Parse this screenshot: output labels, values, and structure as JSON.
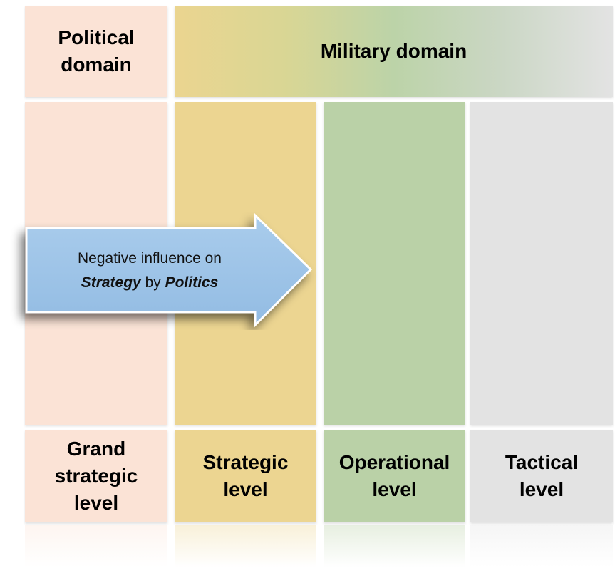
{
  "headers": {
    "political": "Political domain",
    "military": "Military domain"
  },
  "levels": {
    "grand_strategic": "Grand strategic level",
    "strategic": "Strategic level",
    "operational": "Operational level",
    "tactical": "Tactical level"
  },
  "arrow": {
    "line1": "Negative influence on",
    "word1": "Strategy",
    "joiner": "by",
    "word2": "Politics"
  },
  "colors": {
    "political": "#fbe3d6",
    "strategic": "#ecd591",
    "operational": "#bad1a7",
    "tactical": "#e3e3e3",
    "arrow_fill": "#9dc3e6"
  }
}
